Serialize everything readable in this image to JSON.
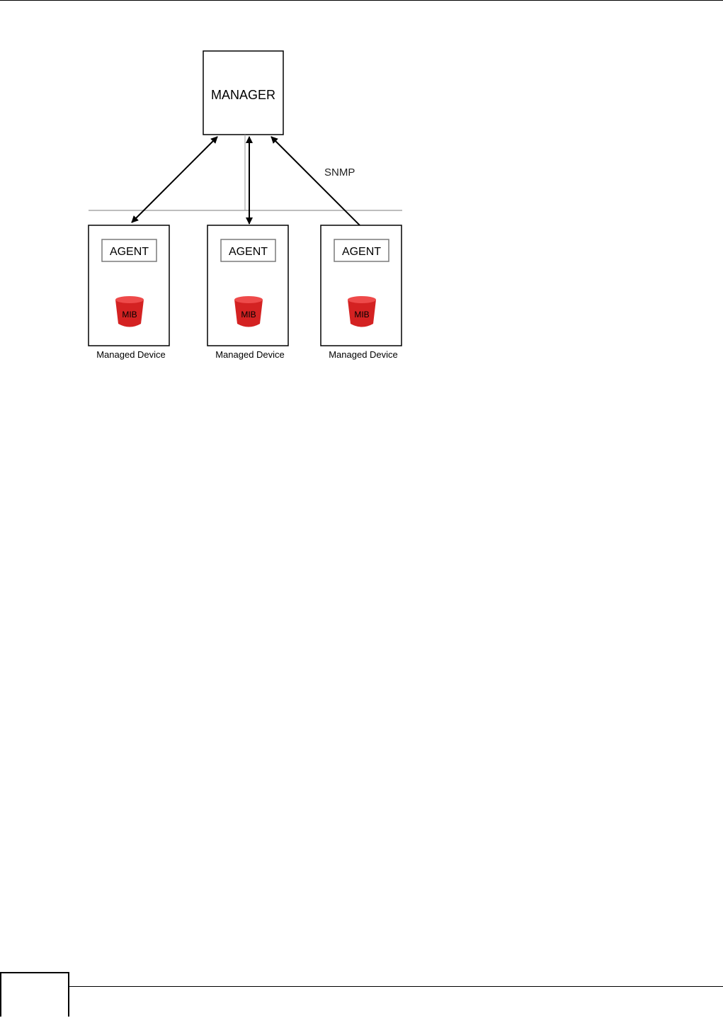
{
  "diagram": {
    "manager_label": "MANAGER",
    "protocol_label": "SNMP",
    "devices": [
      {
        "agent_label": "AGENT",
        "mib_label": "MIB",
        "caption": "Managed Device"
      },
      {
        "agent_label": "AGENT",
        "mib_label": "MIB",
        "caption": "Managed Device"
      },
      {
        "agent_label": "AGENT",
        "mib_label": "MIB",
        "caption": "Managed Device"
      }
    ]
  },
  "colors": {
    "mib_fill": "#d42222",
    "mib_top": "#ee4a4a",
    "network_line": "#a8a8a8",
    "agent_border": "#7a7a7a"
  }
}
